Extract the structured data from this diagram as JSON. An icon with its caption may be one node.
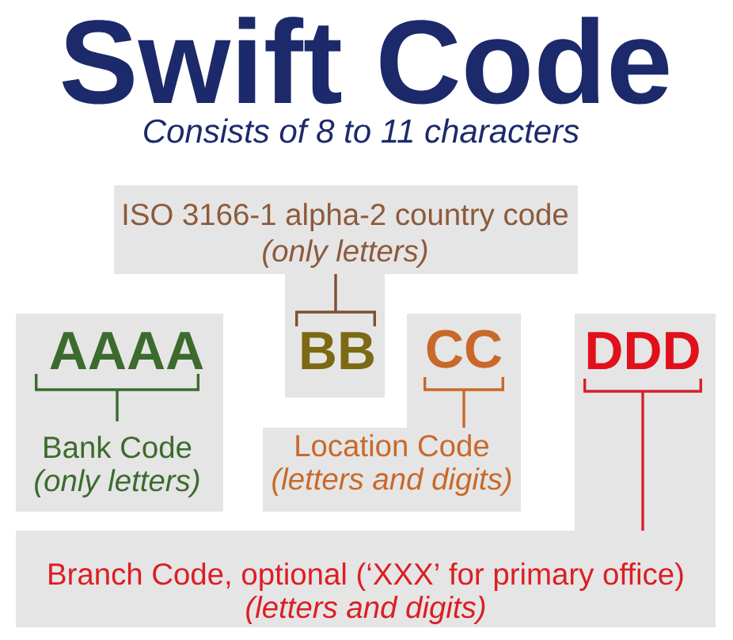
{
  "diagram": {
    "title": "Swift Code",
    "nodes": [
      {
        "text": [
          "ISO 3166-1 alpha-2 country code",
          "(only letters)"
        ]
      },
      {
        "text": [
          "BB"
        ]
      },
      {
        "text": [
          "AAAA"
        ]
      },
      {
        "text": [
          "CC"
        ]
      },
      {
        "text": [
          "DDD"
        ]
      },
      {
        "text": [
          "Bank Code",
          "(only letters)"
        ]
      },
      {
        "text": [
          "Location Code",
          "(letters and digits)"
        ]
      },
      {
        "text": [
          "Branch Code, optional (‘XXX’ for primary office)",
          "(letters and digits)"
        ]
      }
    ],
    "edges": [
      {
        "from": 1,
        "to": 0,
        "arrow": "none",
        "color": "#7f4f32"
      },
      {
        "from": 2,
        "to": 5,
        "arrow": "none",
        "color": "#3c6b2d"
      },
      {
        "from": 3,
        "to": 6,
        "arrow": "none",
        "color": "#c8692a"
      },
      {
        "from": 4,
        "to": 7,
        "arrow": "none",
        "color": "#d8202a"
      }
    ],
    "labels": [
      "Consists of 8 to 11 characters"
    ]
  }
}
